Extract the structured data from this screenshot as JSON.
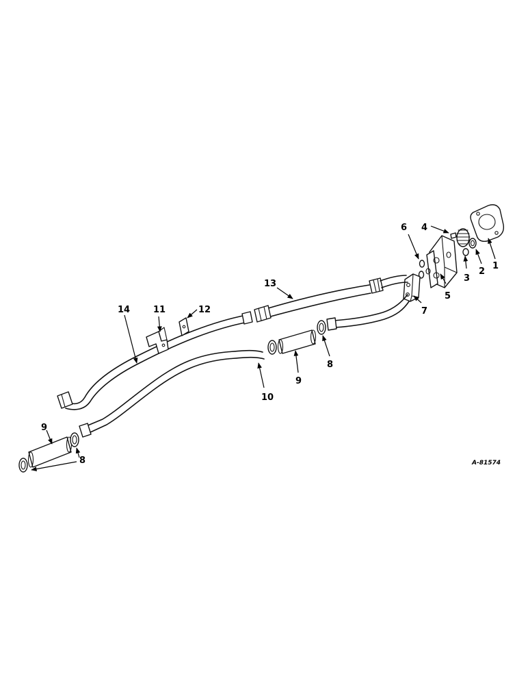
{
  "drawing_number": "A-81574",
  "callouts": {
    "c1": "1",
    "c2": "2",
    "c3": "3",
    "c4": "4",
    "c5": "5",
    "c6": "6",
    "c7": "7",
    "c8a": "8",
    "c8b": "8",
    "c9a": "9",
    "c9b": "9",
    "c10": "10",
    "c11": "11",
    "c12": "12",
    "c13": "13",
    "c14": "14"
  }
}
